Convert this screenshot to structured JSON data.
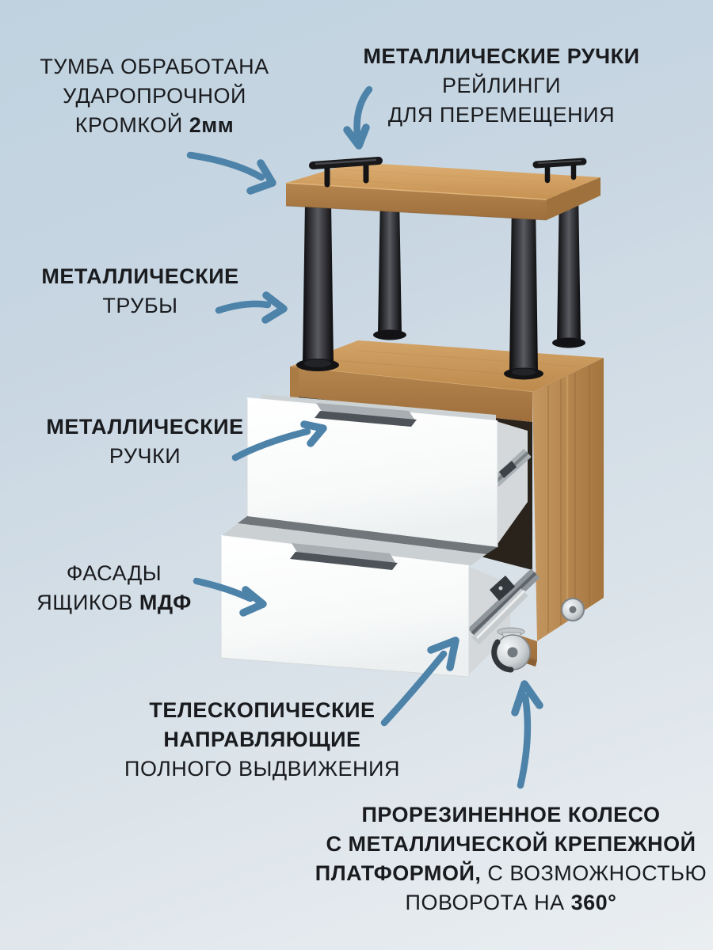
{
  "colors": {
    "arrow_blue": "#4d82a9",
    "text": "#191b1e",
    "wood_light": "#d2a367",
    "wood_dark": "#a4753e",
    "drawer_front": "#ffffff",
    "metal_black": "#141416",
    "slide_gray": "#aab1b5",
    "background_top": "#c0d2e0",
    "background_bottom": "#eaeef1"
  },
  "annotations": {
    "edge": {
      "line1": "ТУМБА ОБРАБОТАНА",
      "line2": "УДАРОПРОЧНОЙ",
      "line3_regular": "КРОМКОЙ ",
      "line3_bold": "2мм"
    },
    "rails": {
      "line1": "МЕТАЛЛИЧЕСКИЕ РУЧКИ",
      "line2": "РЕЙЛИНГИ",
      "line3": "ДЛЯ ПЕРЕМЕЩЕНИЯ"
    },
    "tubes": {
      "line1": "МЕТАЛЛИЧЕСКИЕ",
      "line2": "ТРУБЫ"
    },
    "handles": {
      "line1": "МЕТАЛЛИЧЕСКИЕ",
      "line2": "РУЧКИ"
    },
    "facades": {
      "line1": "ФАСАДЫ",
      "line2_regular": "ЯЩИКОВ ",
      "line2_bold": "МДФ"
    },
    "slides": {
      "line1": "ТЕЛЕСКОПИЧЕСКИЕ",
      "line2": "НАПРАВЛЯЮЩИЕ",
      "line3": "ПОЛНОГО ВЫДВИЖЕНИЯ"
    },
    "wheel": {
      "line1": "ПРОРЕЗИНЕННОЕ КОЛЕСО",
      "line2": "С МЕТАЛЛИЧЕСКОЙ КРЕПЕЖНОЙ",
      "line3_bold": "ПЛАТФОРМОЙ,",
      "line3_regular": " С ВОЗМОЖНОСТЬЮ",
      "line4_regular": "ПОВОРОТА НА ",
      "line4_bold": "360°"
    }
  }
}
